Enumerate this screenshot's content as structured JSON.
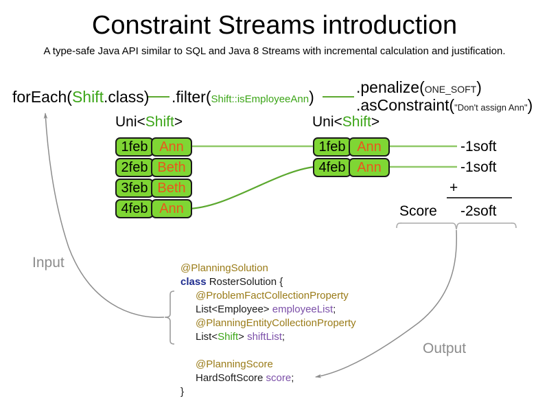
{
  "header": {
    "title": "Constraint Streams introduction",
    "subtitle": "A type-safe Java API similar to SQL and Java 8 Streams with incremental calculation and justification."
  },
  "pipeline": {
    "foreach": {
      "prefix": "forEach(",
      "generic": "Shift",
      "suffix": ".class)"
    },
    "filter": {
      "prefix": ".filter(",
      "arg": "Shift::isEmployeeAnn",
      "suffix": ")"
    },
    "penalize": {
      "prefix": ".penalize(",
      "arg": "ONE_SOFT",
      "suffix": ")"
    },
    "as_constraint": {
      "prefix": ".asConstraint(",
      "arg": "\"Don't assign Ann\"",
      "suffix": ")"
    }
  },
  "streams": [
    {
      "label_prefix": "Uni<",
      "label_generic": "Shift",
      "label_suffix": ">",
      "tuples": [
        {
          "date": "1feb",
          "employee": "Ann"
        },
        {
          "date": "2feb",
          "employee": "Beth"
        },
        {
          "date": "3feb",
          "employee": "Beth"
        },
        {
          "date": "4feb",
          "employee": "Ann"
        }
      ]
    },
    {
      "label_prefix": "Uni<",
      "label_generic": "Shift",
      "label_suffix": ">",
      "tuples": [
        {
          "date": "1feb",
          "employee": "Ann"
        },
        {
          "date": "4feb",
          "employee": "Ann"
        }
      ]
    }
  ],
  "penalties": [
    "-1soft",
    "-1soft"
  ],
  "score": {
    "operator": "+",
    "label": "Score",
    "total": "-2soft"
  },
  "captions": {
    "input": "Input",
    "output": "Output"
  },
  "code": {
    "lines": [
      {
        "indent": 0,
        "parts": [
          {
            "t": "@PlanningSolution",
            "c": "ann"
          }
        ]
      },
      {
        "indent": 0,
        "parts": [
          {
            "t": "class ",
            "c": "kw"
          },
          {
            "t": "RosterSolution {",
            "c": ""
          }
        ]
      },
      {
        "indent": 1,
        "parts": [
          {
            "t": "@ProblemFactCollectionProperty",
            "c": "ann"
          }
        ]
      },
      {
        "indent": 1,
        "parts": [
          {
            "t": "List<Employee> ",
            "c": ""
          },
          {
            "t": "employeeList",
            "c": "var"
          },
          {
            "t": ";",
            "c": ""
          }
        ]
      },
      {
        "indent": 1,
        "parts": [
          {
            "t": "@PlanningEntityCollectionProperty",
            "c": "ann"
          }
        ]
      },
      {
        "indent": 1,
        "parts": [
          {
            "t": "List<",
            "c": ""
          },
          {
            "t": "Shift",
            "c": "gen"
          },
          {
            "t": "> ",
            "c": ""
          },
          {
            "t": "shiftList",
            "c": "var"
          },
          {
            "t": ";",
            "c": ""
          }
        ]
      },
      {
        "indent": 0,
        "parts": [
          {
            "t": "",
            "c": ""
          }
        ]
      },
      {
        "indent": 1,
        "parts": [
          {
            "t": "@PlanningScore",
            "c": "ann"
          }
        ]
      },
      {
        "indent": 1,
        "parts": [
          {
            "t": "HardSoftScore ",
            "c": ""
          },
          {
            "t": "score",
            "c": "var"
          },
          {
            "t": ";",
            "c": ""
          }
        ]
      },
      {
        "indent": 0,
        "parts": [
          {
            "t": "}",
            "c": ""
          }
        ]
      }
    ]
  },
  "colors": {
    "tuple_fill": "#7FD634",
    "tuple_border": "#1a1a1a",
    "employee_text": "#E8581C",
    "generic_green": "#3CA518",
    "stream_line": "#8FC867",
    "annotation_gold": "#9A7B18",
    "keyword_blue": "#1F2D8F",
    "variable_purple": "#7B4FA8",
    "caption_gray": "#8c8c8c"
  }
}
